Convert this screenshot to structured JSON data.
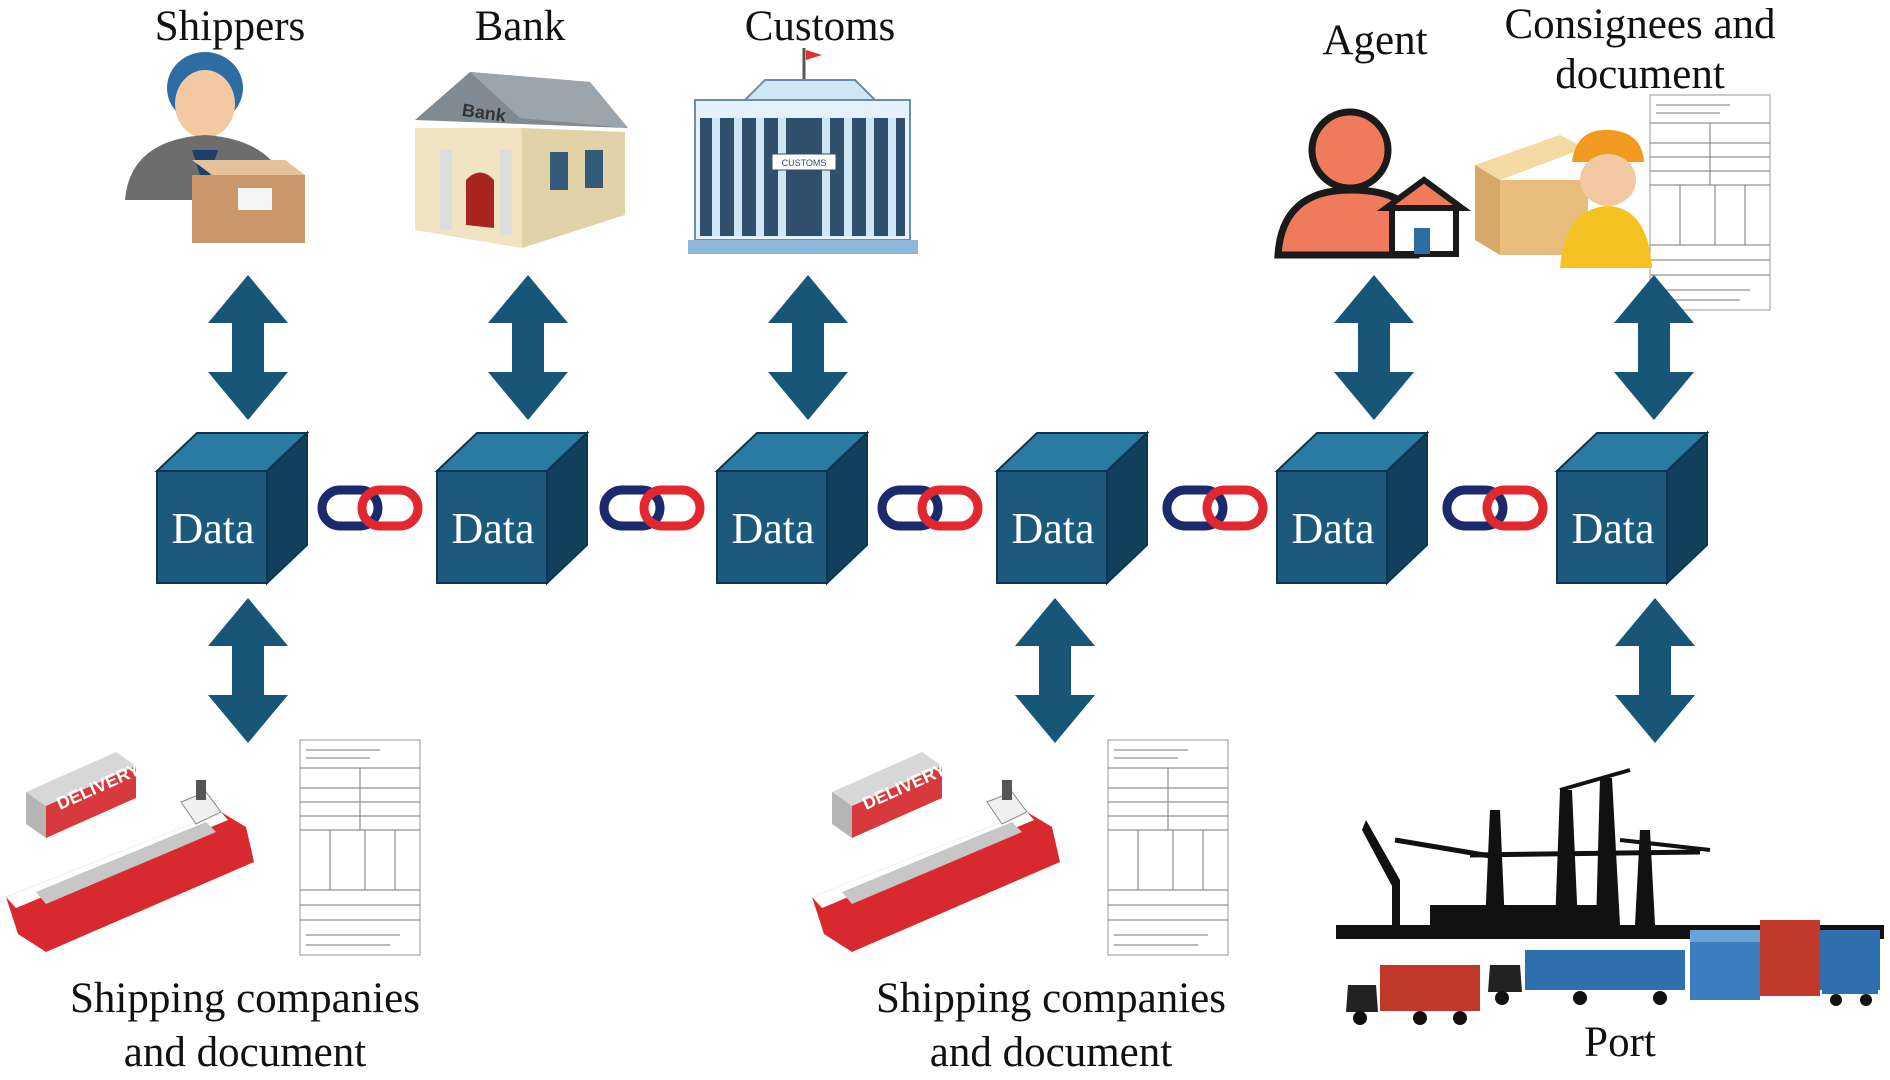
{
  "top_labels": {
    "shippers": "Shippers",
    "bank": "Bank",
    "customs": "Customs",
    "agent": "Agent",
    "consignees_line1": "Consignees and",
    "consignees_line2": "document"
  },
  "bottom_labels": {
    "shipping1_line1": "Shipping companies",
    "shipping1_line2": "and document",
    "shipping2_line1": "Shipping companies",
    "shipping2_line2": "and document",
    "port": "Port"
  },
  "block_label": "Data",
  "blocks": [
    "Data",
    "Data",
    "Data",
    "Data",
    "Data",
    "Data"
  ],
  "icon_text": {
    "bank_sign": "Bank",
    "customs_sign": "CUSTOMS",
    "delivery": "DELIVERY"
  },
  "colors": {
    "block_front": "#1b5a7c",
    "block_top": "#2a7aa2",
    "block_side": "#10405c",
    "arrow": "#175677",
    "chain_navy": "#1a2a6c",
    "chain_red": "#e0282e"
  }
}
